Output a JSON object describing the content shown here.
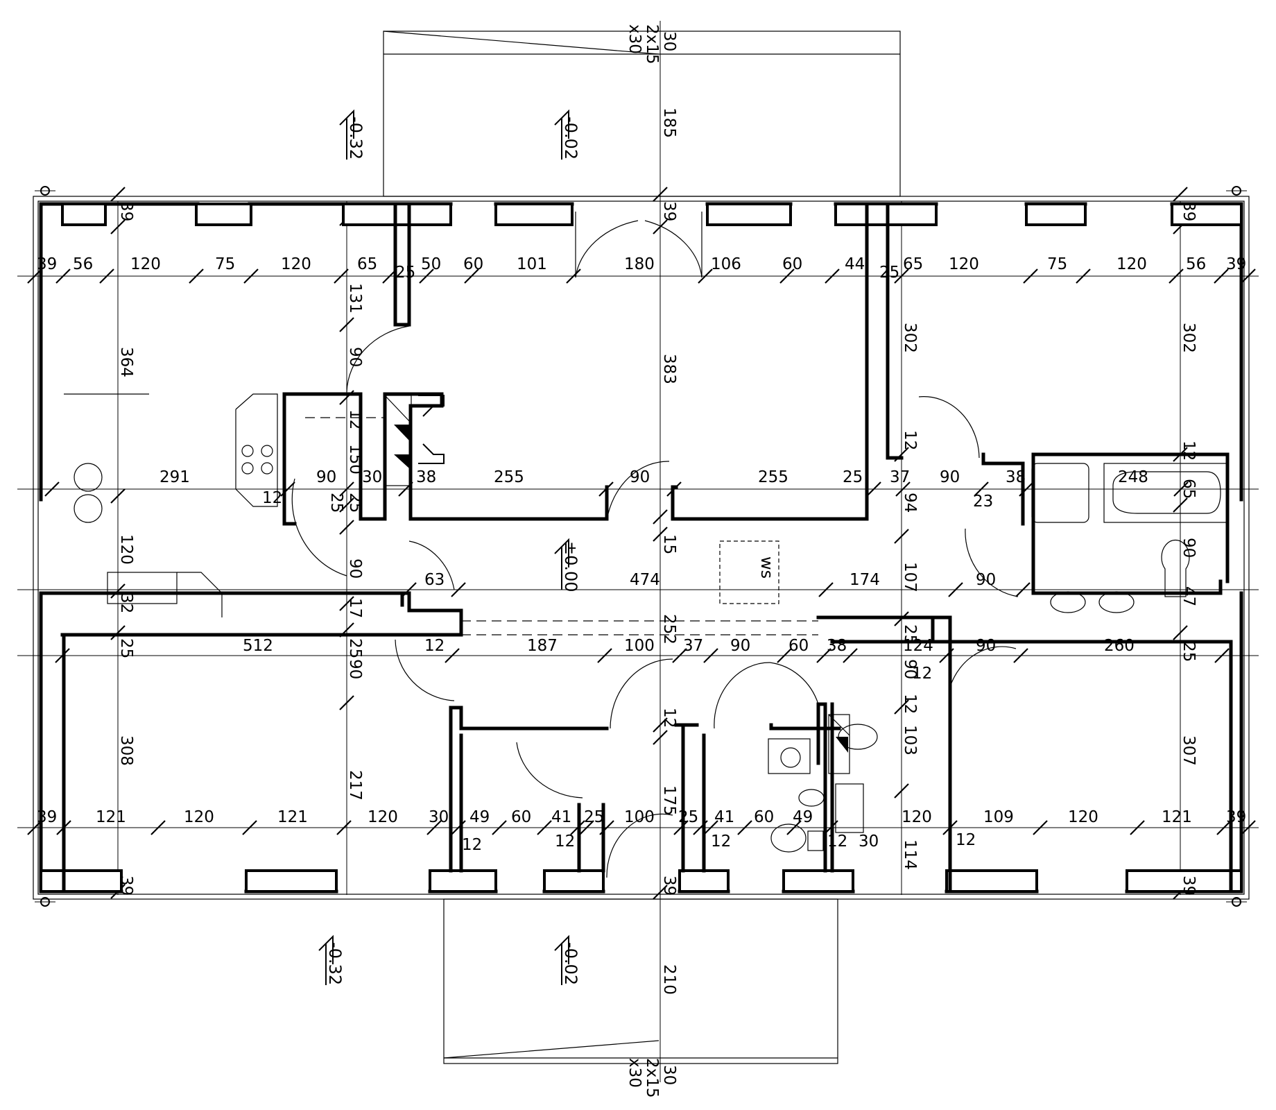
{
  "drawing": {
    "stair_top": {
      "steps": "2x15",
      "size": "x30",
      "rise": "30"
    },
    "stair_bottom": {
      "steps": "2x15",
      "size": "x30",
      "rise": "30"
    },
    "levels": [
      "-0.32",
      "-0.02",
      "±0.00",
      "-0.32",
      "-0.02"
    ],
    "fixture_ws": "ws",
    "labels_horizontal": [
      "39",
      "56",
      "120",
      "75",
      "120",
      "65",
      "50",
      "60",
      "101",
      "180",
      "106",
      "60",
      "44",
      "65",
      "120",
      "75",
      "120",
      "56",
      "39",
      "291",
      "12",
      "90",
      "30",
      "38",
      "255",
      "90",
      "255",
      "25",
      "37",
      "90",
      "23",
      "38",
      "248",
      "63",
      "474",
      "174",
      "90",
      "512",
      "12",
      "187",
      "100",
      "37",
      "90",
      "60",
      "38",
      "124",
      "90",
      "260",
      "39",
      "121",
      "120",
      "121",
      "120",
      "30",
      "49",
      "60",
      "41",
      "25",
      "100",
      "25",
      "41",
      "60",
      "49",
      "120",
      "109",
      "120",
      "121",
      "39",
      "12",
      "12",
      "12",
      "12",
      "30",
      "12",
      "12"
    ],
    "labels_vertical": [
      "185",
      "39",
      "39",
      "39",
      "131",
      "25",
      "25",
      "302",
      "302",
      "364",
      "90",
      "383",
      "12",
      "150",
      "12",
      "12",
      "25",
      "25",
      "94",
      "65",
      "90",
      "120",
      "90",
      "15",
      "107",
      "47",
      "32",
      "17",
      "25",
      "25",
      "252",
      "25",
      "25",
      "90",
      "90",
      "12",
      "12",
      "308",
      "217",
      "307",
      "103",
      "175",
      "114",
      "39",
      "39",
      "39",
      "210"
    ]
  }
}
